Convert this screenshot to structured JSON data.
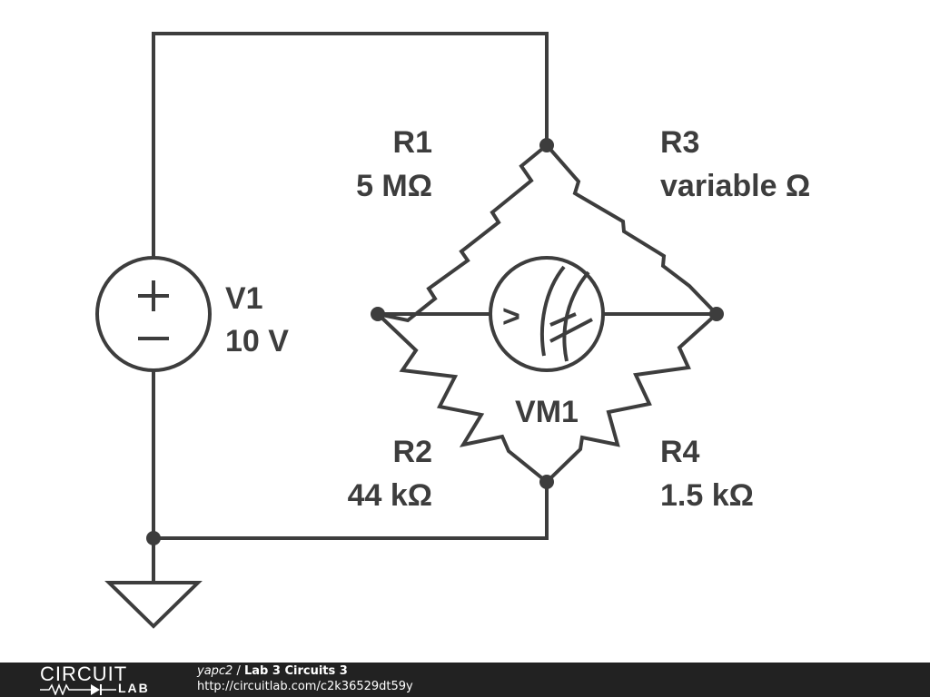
{
  "schematic": {
    "components": {
      "R1": {
        "name": "R1",
        "value": "5 MΩ"
      },
      "R3": {
        "name": "R3",
        "value": "variable Ω"
      },
      "R2": {
        "name": "R2",
        "value": "44 kΩ"
      },
      "R4": {
        "name": "R4",
        "value": "1.5 kΩ"
      },
      "V1": {
        "name": "V1",
        "value": "10 V"
      },
      "VM1": {
        "name": "VM1"
      }
    },
    "source_symbols": {
      "plus": "+",
      "minus": "−"
    },
    "meter_symbol": ">"
  },
  "footer": {
    "logo_top": "CIRCUIT",
    "logo_bottom": "LAB",
    "author": "yapc2",
    "separator": " / ",
    "title": "Lab 3 Circuits 3",
    "url": "http://circuitlab.com/c2k36529dt59y"
  },
  "colors": {
    "wire": "#3d3d3d",
    "background": "#ffffff",
    "footer_bg": "#222222",
    "footer_text": "#ffffff"
  }
}
